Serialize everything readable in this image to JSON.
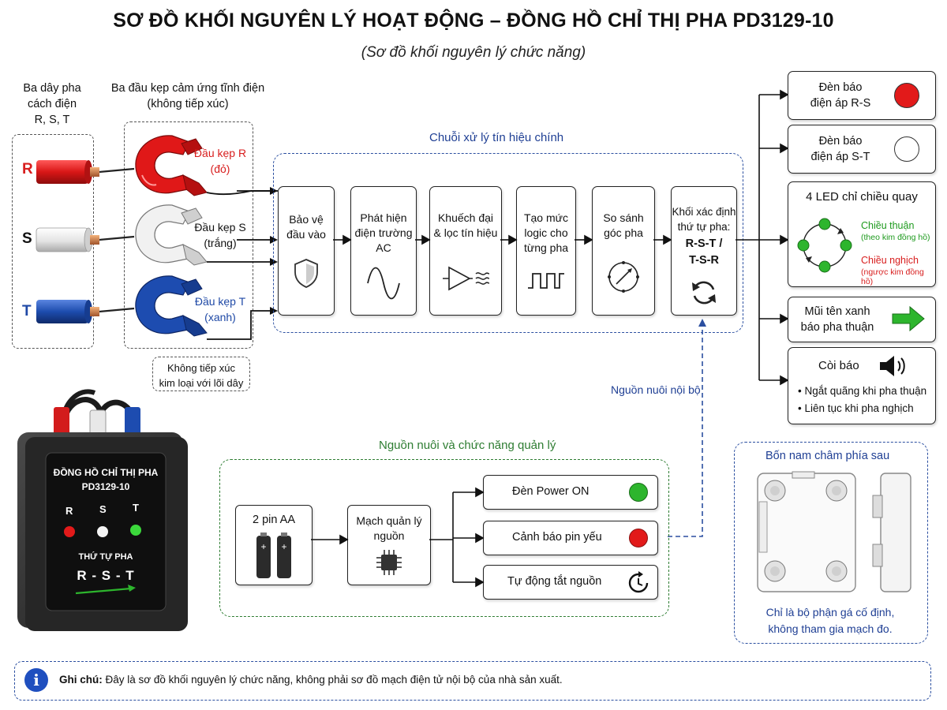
{
  "header": {
    "title": "SƠ ĐỒ KHỐI NGUYÊN LÝ HOẠT ĐỘNG – ĐỒNG HỒ CHỈ THỊ PHA PD3129-10",
    "subtitle": "(Sơ đồ khối nguyên lý chức năng)"
  },
  "inputs": {
    "wires_title": [
      "Ba dây pha",
      "cách điện",
      "R, S, T"
    ],
    "clamps_title": [
      "Ba đầu kẹp cảm ứng tĩnh điện",
      "(không tiếp xúc)"
    ],
    "phase_r": "R",
    "phase_s": "S",
    "phase_t": "T",
    "clamp_r": [
      "Đầu kẹp R",
      "(đỏ)"
    ],
    "clamp_s": [
      "Đầu kẹp S",
      "(trắng)"
    ],
    "clamp_t": [
      "Đầu kẹp T",
      "(xanh)"
    ],
    "no_contact_note": [
      "Không tiếp xúc",
      "kim loại với lõi dây"
    ]
  },
  "chain": {
    "title": "Chuỗi xử lý tín hiệu chính",
    "blocks": [
      {
        "lines": [
          "Bảo vệ",
          "đầu vào"
        ],
        "icon": "shield-icon"
      },
      {
        "lines": [
          "Phát hiện",
          "điện trường",
          "AC"
        ],
        "icon": "sine-wave-icon"
      },
      {
        "lines": [
          "Khuếch đại",
          "& lọc tín hiệu"
        ],
        "icon": "amplifier-filter-icon"
      },
      {
        "lines": [
          "Tạo mức",
          "logic cho",
          "từng pha"
        ],
        "icon": "square-wave-icon"
      },
      {
        "lines": [
          "So sánh",
          "góc pha"
        ],
        "icon": "phase-dial-icon"
      },
      {
        "lines": [
          "Khối xác định",
          "thứ tự pha:"
        ],
        "bold": [
          "R-S-T /",
          "T-S-R"
        ],
        "icon": "cycle-arrows-icon"
      }
    ],
    "internal_power": "Nguồn nuôi nội bộ"
  },
  "outputs": {
    "rs_lamp": [
      "Đèn báo",
      "điện áp R-S"
    ],
    "st_lamp": [
      "Đèn báo",
      "điện áp S-T"
    ],
    "led_title": "4 LED chỉ chiều quay",
    "forward": "Chiều thuận",
    "forward_sub": "(theo kim đồng hồ)",
    "reverse": "Chiều nghịch",
    "reverse_sub": "(ngược kim đồng hồ)",
    "arrow_box": [
      "Mũi tên xanh",
      "báo pha thuận"
    ],
    "buzzer_title": "Còi báo",
    "buzzer_items": [
      "Ngắt quãng khi pha thuận",
      "Liên tục khi pha nghịch"
    ],
    "colors": {
      "red": "#e21a1a",
      "green": "#2db52d",
      "white": "#ffffff"
    }
  },
  "device": {
    "name_line1": "ĐỒNG HỒ CHỈ THỊ PHA",
    "name_line2": "PD3129-10",
    "led_labels": [
      "R",
      "S",
      "T"
    ],
    "seq_title": "THỨ TỰ PHA",
    "seq_value": "R - S - T"
  },
  "power": {
    "title": "Nguồn nuôi và chức năng quản lý",
    "battery": "2 pin AA",
    "manager": [
      "Mạch quản lý",
      "nguồn"
    ],
    "power_on": "Đèn Power ON",
    "low_batt": "Cảnh báo pin yếu",
    "auto_off": "Tự động tắt nguồn"
  },
  "magnets": {
    "title": "Bốn nam châm phía sau",
    "note": [
      "Chỉ là bộ phận gá cố định,",
      "không tham gia mạch đo."
    ]
  },
  "footer": {
    "note_label": "Ghi chú:",
    "note_text": " Đây là sơ đồ khối nguyên lý chức năng, không phải sơ đồ mạch điện tử nội bộ của nhà sản xuất."
  }
}
